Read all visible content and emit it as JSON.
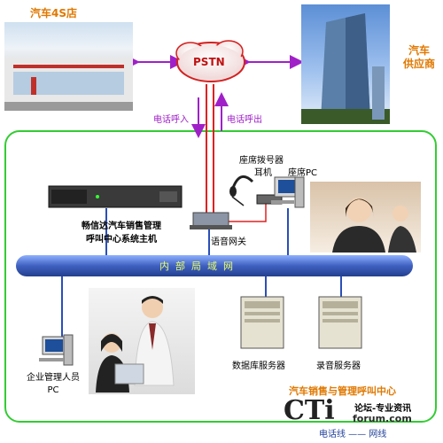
{
  "nodes": {
    "dealer": "汽车4S店",
    "supplier": "汽车\n供应商",
    "pstn": "PSTN",
    "call_in": "电话呼入",
    "call_out": "电话呼出",
    "seat_dialer": "座席拨号器",
    "headset": "耳机",
    "seat_pc": "座席PC",
    "host": "畅信达汽车销售管理\n呼叫中心系统主机",
    "voice_gateway": "语音网关",
    "lan": "内部局域网",
    "admin_pc": "企业管理人员\nPC",
    "db_server": "数据库服务器",
    "rec_server": "录音服务器",
    "center_title": "汽车销售与管理呼叫中心"
  },
  "watermark": {
    "logo": "CTi",
    "line1": "论坛-专业资讯",
    "line2": "forum.com",
    "line3": "电话线 —— 网线"
  },
  "colors": {
    "frame_border": "#33cc33",
    "bus_fill": "#4d6fc9",
    "arrow": "#a020c8",
    "phone_line": "#e02020",
    "orange_text": "#e07800"
  }
}
